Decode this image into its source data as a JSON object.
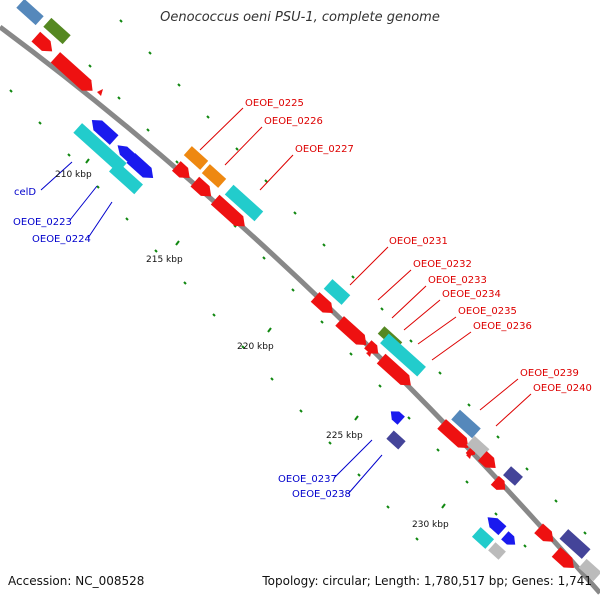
{
  "title": "Oenococcus oeni PSU-1, complete genome",
  "footer": {
    "accession": "Accession: NC_008528",
    "topology": "Topology: circular; Length: 1,780,517 bp; Genes: 1,741"
  },
  "ticks": [
    {
      "label": "210 kbp"
    },
    {
      "label": "215 kbp"
    },
    {
      "label": "220 kbp"
    },
    {
      "label": "225 kbp"
    },
    {
      "label": "230 kbp"
    }
  ],
  "labels": [
    {
      "id": "OEOE_0225",
      "color": "#dd0000"
    },
    {
      "id": "OEOE_0226",
      "color": "#dd0000"
    },
    {
      "id": "OEOE_0227",
      "color": "#dd0000"
    },
    {
      "id": "celD",
      "color": "#0000cc"
    },
    {
      "id": "OEOE_0223",
      "color": "#0000cc"
    },
    {
      "id": "OEOE_0224",
      "color": "#0000cc"
    },
    {
      "id": "OEOE_0231",
      "color": "#dd0000"
    },
    {
      "id": "OEOE_0232",
      "color": "#dd0000"
    },
    {
      "id": "OEOE_0233",
      "color": "#dd0000"
    },
    {
      "id": "OEOE_0234",
      "color": "#dd0000"
    },
    {
      "id": "OEOE_0235",
      "color": "#dd0000"
    },
    {
      "id": "OEOE_0236",
      "color": "#dd0000"
    },
    {
      "id": "OEOE_0239",
      "color": "#dd0000"
    },
    {
      "id": "OEOE_0240",
      "color": "#dd0000"
    },
    {
      "id": "OEOE_0237",
      "color": "#0000cc"
    },
    {
      "id": "OEOE_0238",
      "color": "#0000cc"
    }
  ],
  "colors": {
    "red": "#ee1111",
    "blue": "#1a1aee",
    "cyan": "#22cccc",
    "orange": "#ee8811",
    "steel": "#5588bb",
    "olive": "#558822",
    "gray": "#bbbbbb",
    "navy": "#444499",
    "backbone": "#888888",
    "tick": "#118811"
  }
}
